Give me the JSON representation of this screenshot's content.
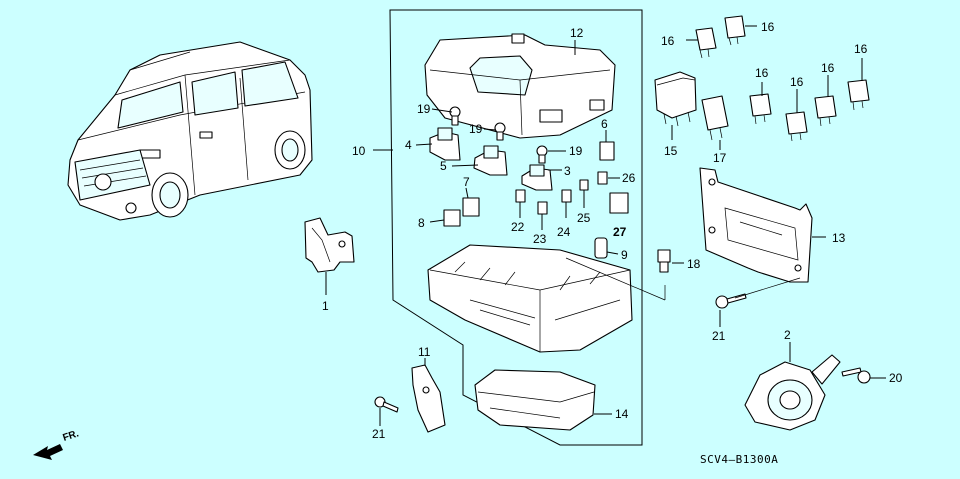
{
  "diagram": {
    "callouts": {
      "c1": "1",
      "c2": "2",
      "c3": "3",
      "c4": "4",
      "c5": "5",
      "c6": "6",
      "c7": "7",
      "c8": "8",
      "c9": "9",
      "c10": "10",
      "c11": "11",
      "c12": "12",
      "c13": "13",
      "c14": "14",
      "c15": "15",
      "c16a": "16",
      "c16b": "16",
      "c16c": "16",
      "c16d": "16",
      "c16e": "16",
      "c16f": "16",
      "c17": "17",
      "c18": "18",
      "c19a": "19",
      "c19b": "19",
      "c19c": "19",
      "c20": "20",
      "c21a": "21",
      "c21b": "21",
      "c22": "22",
      "c23": "23",
      "c24": "24",
      "c25": "25",
      "c26": "26",
      "c27": "27"
    },
    "diagram_code": "SCV4—B1300A",
    "direction_label": "FR."
  }
}
